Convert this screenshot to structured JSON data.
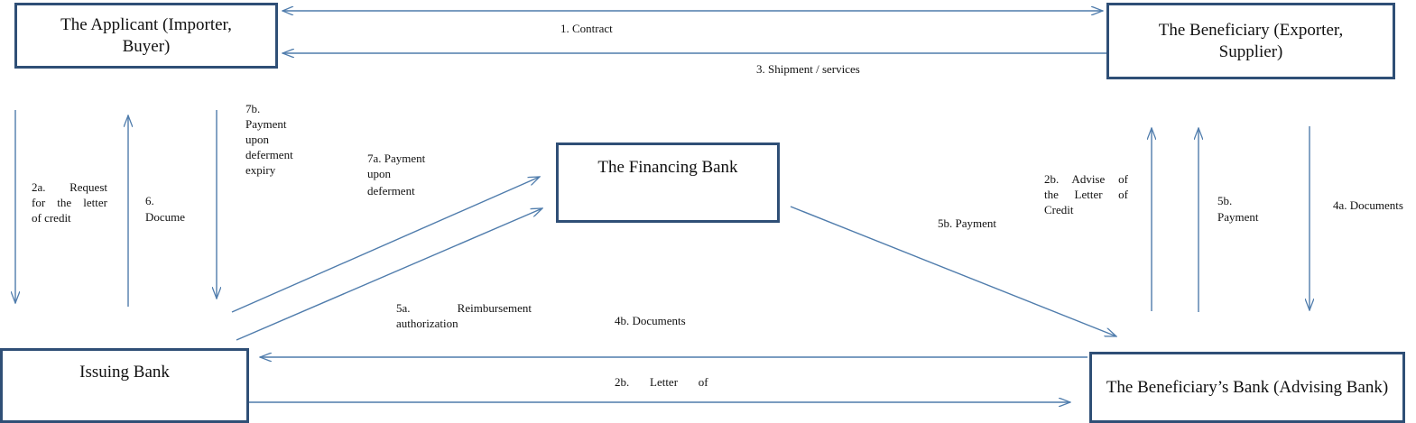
{
  "nodes": {
    "applicant": "The Applicant (Importer, Buyer)",
    "beneficiary": "The Beneficiary (Exporter, Supplier)",
    "financing_bank": "The Financing Bank",
    "issuing_bank": "Issuing Bank",
    "beneficiary_bank": "The Beneficiary’s Bank (Advising Bank)"
  },
  "labels": {
    "contract": "1. Contract",
    "shipment": "3. Shipment / services",
    "request_lc_l1": "2a.  Request",
    "request_lc_l2": "for  the  letter",
    "request_lc_l3": "of credit",
    "documents_6_l1": "6.",
    "documents_6_l2": "Docume",
    "payment_7b_l1": "7b.",
    "payment_7b_l2": "Payment",
    "payment_7b_l3": "upon",
    "payment_7b_l4": "deferment",
    "payment_7b_l5": "expiry",
    "payment_7a_l1": "7a. Payment",
    "payment_7a_l2": "upon",
    "payment_7a_l3": "deferment",
    "reimbursement_l1": "5a.          Reimbursement",
    "reimbursement_l2": "authorization",
    "documents_4b": "4b. Documents",
    "payment_5b_diag": "5b. Payment",
    "advise_lc_l1": "2b.  Advise  of",
    "advise_lc_l2": "the  Letter  of",
    "advise_lc_l3": "Credit",
    "payment_5b_vert_l1": "5b.",
    "payment_5b_vert_l2": "Payment",
    "documents_4a": "4a. Documents",
    "letter_of_2b": "2b.       Letter       of"
  },
  "colors": {
    "arrow": "#4f7cac",
    "box_border": "#2f4f76"
  }
}
